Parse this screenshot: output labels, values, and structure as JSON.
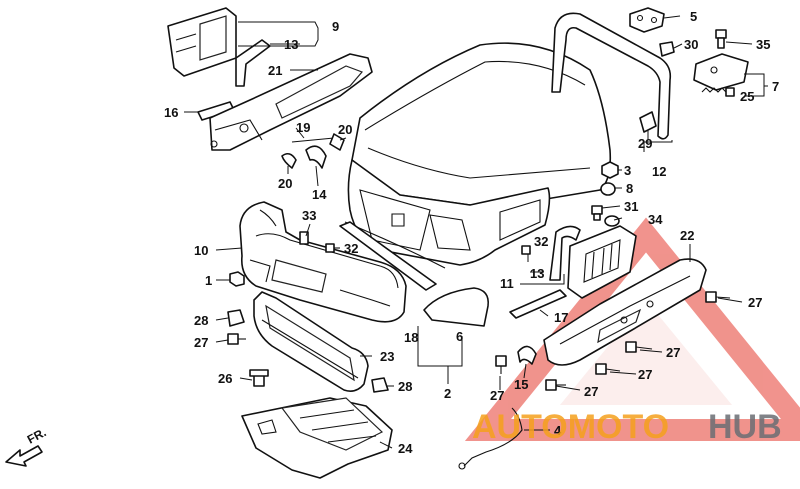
{
  "diagram": {
    "part_labels": [
      {
        "id": "p1",
        "text": "1"
      },
      {
        "id": "p2",
        "text": "2"
      },
      {
        "id": "p3",
        "text": "3"
      },
      {
        "id": "p4",
        "text": "4"
      },
      {
        "id": "p5",
        "text": "5"
      },
      {
        "id": "p6",
        "text": "6"
      },
      {
        "id": "p7",
        "text": "7"
      },
      {
        "id": "p8",
        "text": "8"
      },
      {
        "id": "p9",
        "text": "9"
      },
      {
        "id": "p10",
        "text": "10"
      },
      {
        "id": "p11",
        "text": "11"
      },
      {
        "id": "p12",
        "text": "12"
      },
      {
        "id": "p13a",
        "text": "13"
      },
      {
        "id": "p13b",
        "text": "13"
      },
      {
        "id": "p14",
        "text": "14"
      },
      {
        "id": "p15",
        "text": "15"
      },
      {
        "id": "p16",
        "text": "16"
      },
      {
        "id": "p17",
        "text": "17"
      },
      {
        "id": "p18",
        "text": "18"
      },
      {
        "id": "p19",
        "text": "19"
      },
      {
        "id": "p20a",
        "text": "20"
      },
      {
        "id": "p20b",
        "text": "20"
      },
      {
        "id": "p21",
        "text": "21"
      },
      {
        "id": "p22",
        "text": "22"
      },
      {
        "id": "p23",
        "text": "23"
      },
      {
        "id": "p24",
        "text": "24"
      },
      {
        "id": "p25",
        "text": "25"
      },
      {
        "id": "p26",
        "text": "26"
      },
      {
        "id": "p27a",
        "text": "27"
      },
      {
        "id": "p27b",
        "text": "27"
      },
      {
        "id": "p27c",
        "text": "27"
      },
      {
        "id": "p27d",
        "text": "27"
      },
      {
        "id": "p27e",
        "text": "27"
      },
      {
        "id": "p27f",
        "text": "27"
      },
      {
        "id": "p28a",
        "text": "28"
      },
      {
        "id": "p28b",
        "text": "28"
      },
      {
        "id": "p29",
        "text": "29"
      },
      {
        "id": "p30",
        "text": "30"
      },
      {
        "id": "p31",
        "text": "31"
      },
      {
        "id": "p32a",
        "text": "32"
      },
      {
        "id": "p32b",
        "text": "32"
      },
      {
        "id": "p33",
        "text": "33"
      },
      {
        "id": "p34",
        "text": "34"
      },
      {
        "id": "p35",
        "text": "35"
      }
    ],
    "direction_label": "FR.",
    "watermark": {
      "left": "AUTOMOTO",
      "right": "HUB",
      "color_red": "#e53b2f",
      "color_orange": "#f5a11d",
      "color_gray": "#6b6e74"
    },
    "colors": {
      "ink": "#111111",
      "paper": "#ffffff"
    }
  }
}
